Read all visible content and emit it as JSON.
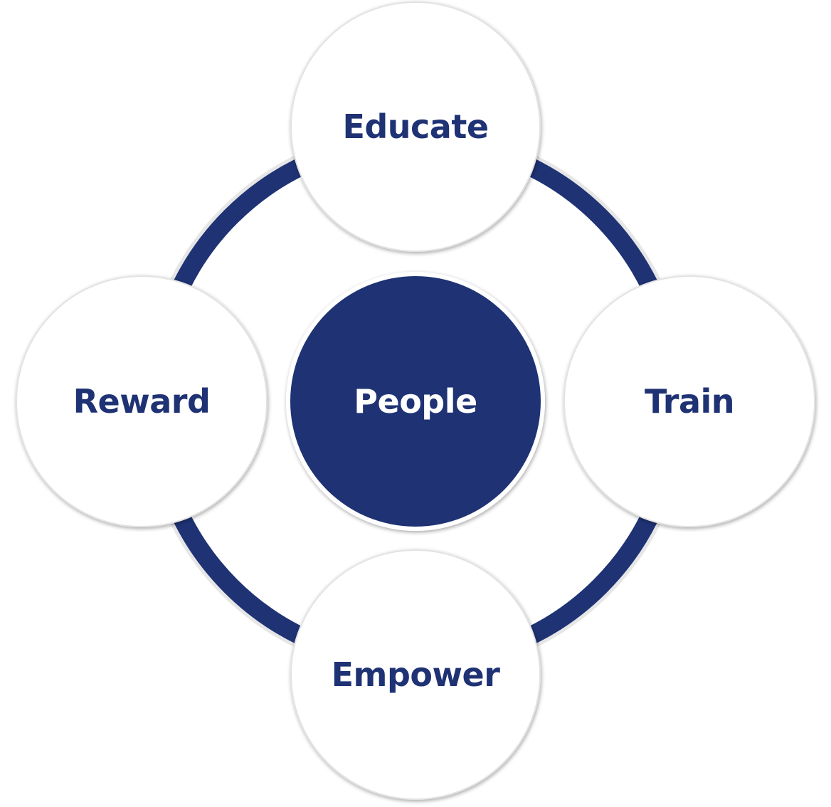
{
  "diagram": {
    "center": {
      "label": "People"
    },
    "nodes": [
      {
        "id": "educate",
        "label": "Educate"
      },
      {
        "id": "train",
        "label": "Train"
      },
      {
        "id": "empower",
        "label": "Empower"
      },
      {
        "id": "reward",
        "label": "Reward"
      }
    ]
  },
  "colors": {
    "navy": "#1e3274",
    "node_fill": "#ffffff",
    "node_text": "#1e3274",
    "center_text": "#ffffff"
  }
}
